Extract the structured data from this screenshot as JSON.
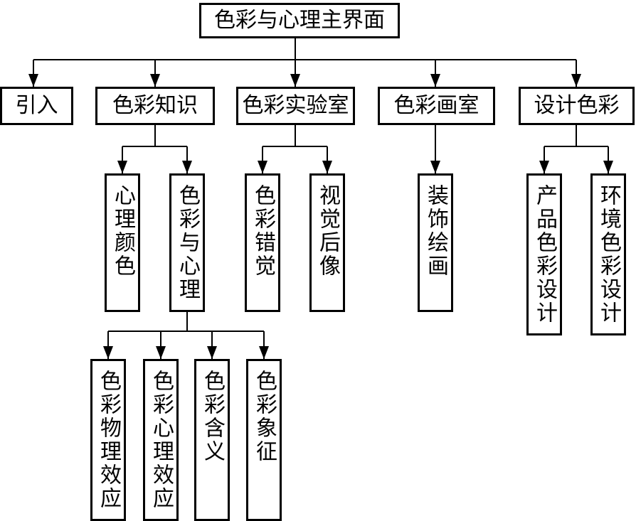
{
  "diagram": {
    "root": {
      "label": "色彩与心理主界面"
    },
    "level1": [
      {
        "label": "引入"
      },
      {
        "label": "色彩知识"
      },
      {
        "label": "色彩实验室"
      },
      {
        "label": "色彩画室"
      },
      {
        "label": "设计色彩"
      }
    ],
    "level2": [
      {
        "label": "心理颜色"
      },
      {
        "label": "色彩与心理"
      },
      {
        "label": "色彩错觉"
      },
      {
        "label": "视觉后像"
      },
      {
        "label": "装饰绘画"
      },
      {
        "label": "产品色彩设计"
      },
      {
        "label": "环境色彩设计"
      }
    ],
    "level3": [
      {
        "label": "色彩物理效应"
      },
      {
        "label": "色彩心理效应"
      },
      {
        "label": "色彩含义"
      },
      {
        "label": "色彩象征"
      }
    ]
  }
}
